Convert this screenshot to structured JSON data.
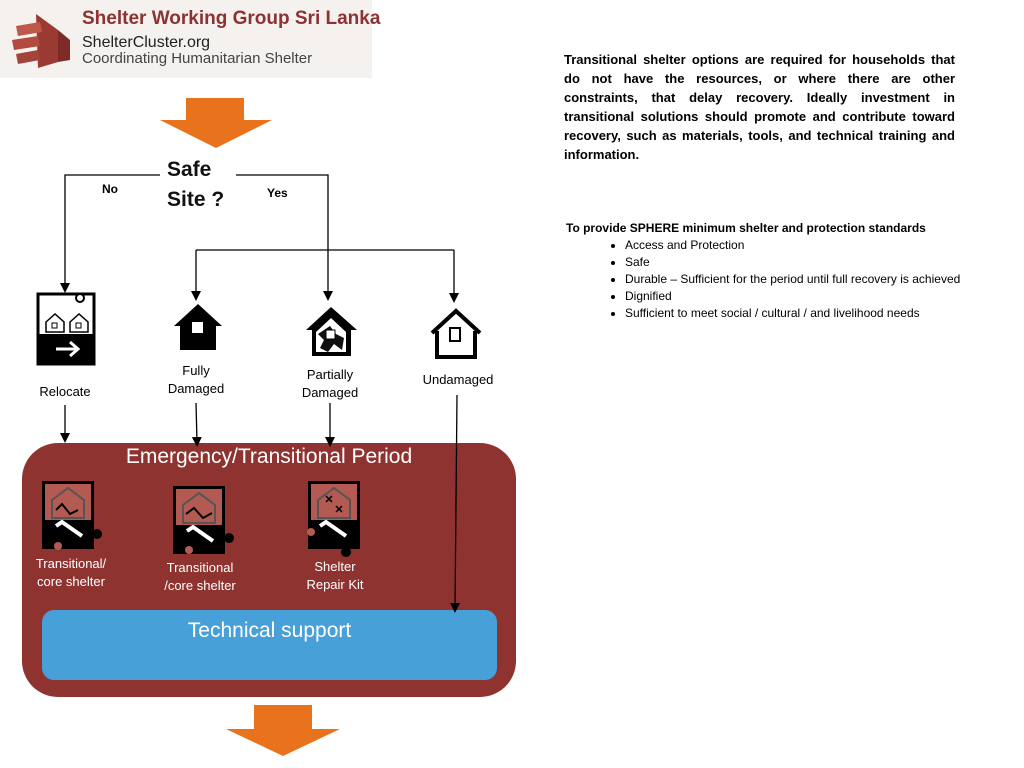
{
  "logo": {
    "line1": "Shelter Working Group Sri Lanka",
    "line2": "ShelterCluster.org",
    "line3": "Coordinating Humanitarian Shelter"
  },
  "intro_paragraph": "Transitional shelter options are required for households that do not have the resources, or where there are other constraints, that delay recovery.  Ideally investment in transitional solutions should promote and contribute toward recovery, such as materials, tools, and technical training and information.",
  "sphere": {
    "heading": "To provide SPHERE minimum shelter and protection standards",
    "items": [
      "Access and Protection",
      "Safe",
      "Durable – Sufficient  for the period until full recovery is achieved",
      "Dignified",
      "Sufficient to meet social / cultural / and livelihood needs"
    ]
  },
  "decision": {
    "line1": "Safe",
    "line2": "Site ?",
    "no_label": "No",
    "yes_label": "Yes"
  },
  "outcomes": {
    "relocate": "Relocate",
    "fully_damaged_1": "Fully",
    "fully_damaged_2": "Damaged",
    "partially_damaged_1": "Partially",
    "partially_damaged_2": "Damaged",
    "undamaged": "Undamaged"
  },
  "panel": {
    "title": "Emergency/Transitional Period",
    "options": [
      {
        "line1": "Transitional/",
        "line2": "core shelter"
      },
      {
        "line1": "Transitional",
        "line2": "/core shelter"
      },
      {
        "line1": "Shelter",
        "line2": "Repair Kit"
      }
    ],
    "technical_support": "Technical support"
  },
  "colors": {
    "arrow_orange": "#e8731c",
    "panel_red": "#8e3330",
    "tech_blue": "#48a0d8",
    "logo_red": "#8b3232"
  }
}
